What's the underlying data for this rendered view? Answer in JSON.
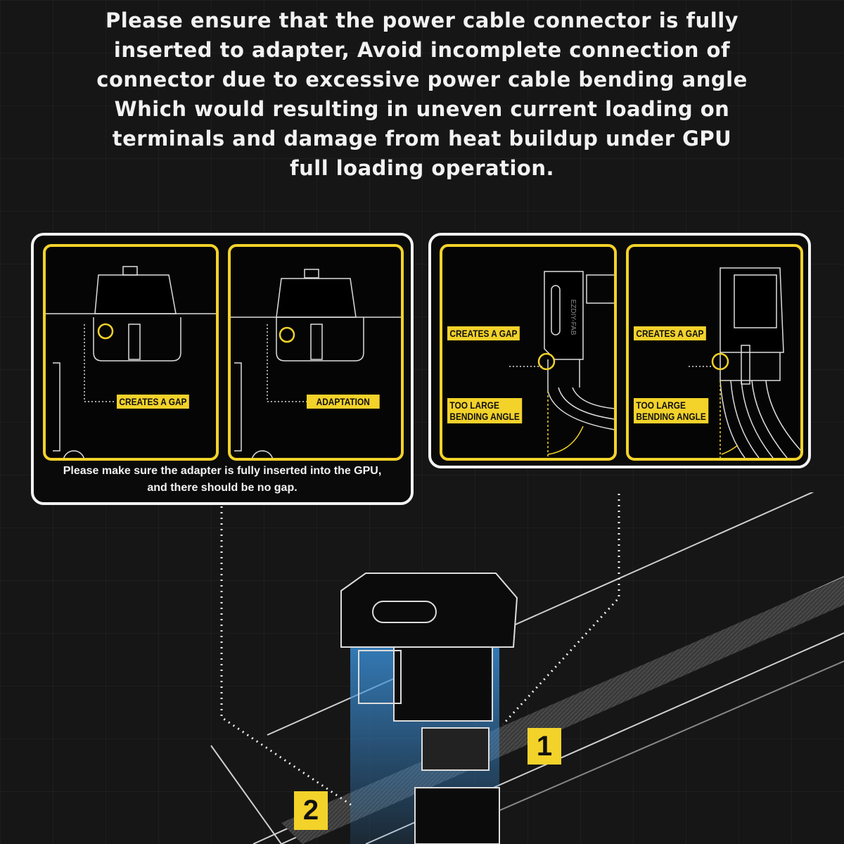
{
  "headline": {
    "lines": [
      "Please ensure that the power cable connector is fully",
      "inserted to adapter, Avoid incomplete connection of",
      "connector due to excessive power cable bending angle",
      "Which would resulting in uneven current loading on",
      "terminals and damage from heat buildup under GPU",
      "full loading operation."
    ]
  },
  "left_panel": {
    "boxes": [
      {
        "label": "CREATES A GAP"
      },
      {
        "label": "ADAPTATION"
      }
    ],
    "caption_lines": [
      "Please make sure the adapter is fully inserted into the GPU,",
      "and there should be no gap."
    ]
  },
  "right_panel": {
    "boxes": [
      {
        "gap_label": "CREATES A GAP",
        "angle_label_lines": [
          "TOO LARGE",
          "BENDING ANGLE"
        ],
        "brand": "EZDIY-FAB"
      },
      {
        "gap_label": "CREATES A GAP",
        "angle_label_lines": [
          "TOO LARGE",
          "BENDING ANGLE"
        ]
      }
    ]
  },
  "markers": {
    "one": "1",
    "two": "2"
  },
  "colors": {
    "accent": "#f3d22a",
    "background": "#161616",
    "glow": "#3a8fd8"
  }
}
